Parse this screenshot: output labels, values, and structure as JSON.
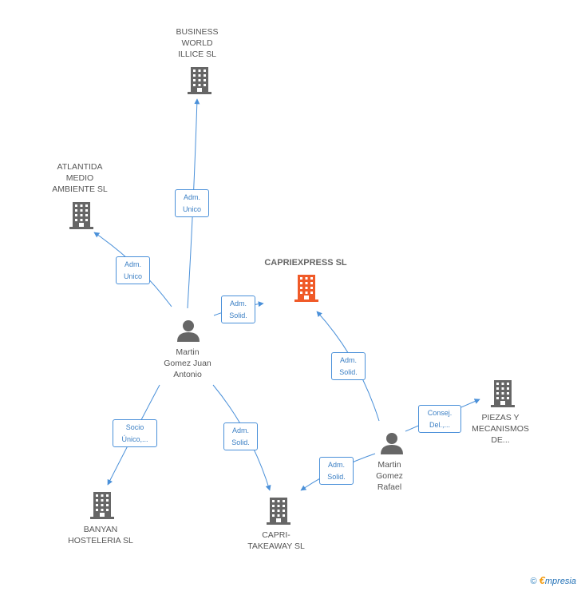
{
  "colors": {
    "edge": "#4a90d9",
    "company": "#666666",
    "focus": "#f05a28",
    "person": "#666666"
  },
  "nodes": {
    "business_world": {
      "label": "BUSINESS\nWORLD\nILLICE SL",
      "icon": "building-icon"
    },
    "atlantida": {
      "label": "ATLANTIDA\nMEDIO\nAMBIENTE SL",
      "icon": "building-icon"
    },
    "capriexpress": {
      "label": "CAPRIEXPRESS SL",
      "icon": "building-icon"
    },
    "martin_juan": {
      "label": "Martin\nGomez Juan\nAntonio",
      "icon": "person-icon"
    },
    "martin_rafael": {
      "label": "Martin\nGomez\nRafael",
      "icon": "person-icon"
    },
    "piezas": {
      "label": "PIEZAS Y\nMECANISMOS\nDE...",
      "icon": "building-icon"
    },
    "banyan": {
      "label": "BANYAN\nHOSTELERIA  SL",
      "icon": "building-icon"
    },
    "capri_takeaway": {
      "label": "CAPRI-\nTAKEAWAY SL",
      "icon": "building-icon"
    }
  },
  "edges": {
    "juan_business": "Adm.\nUnico",
    "juan_atlantida": "Adm.\nUnico",
    "juan_capriexpress": "Adm.\nSolid.",
    "rafael_capriexpress": "Adm.\nSolid.",
    "rafael_piezas": "Consej.\nDel.,...",
    "juan_banyan": "Socio\nÚnico,...",
    "juan_takeaway": "Adm.\nSolid.",
    "rafael_takeaway": "Adm.\nSolid."
  },
  "footer": {
    "copyright": "©",
    "e": "€",
    "brand": "mpresia"
  }
}
